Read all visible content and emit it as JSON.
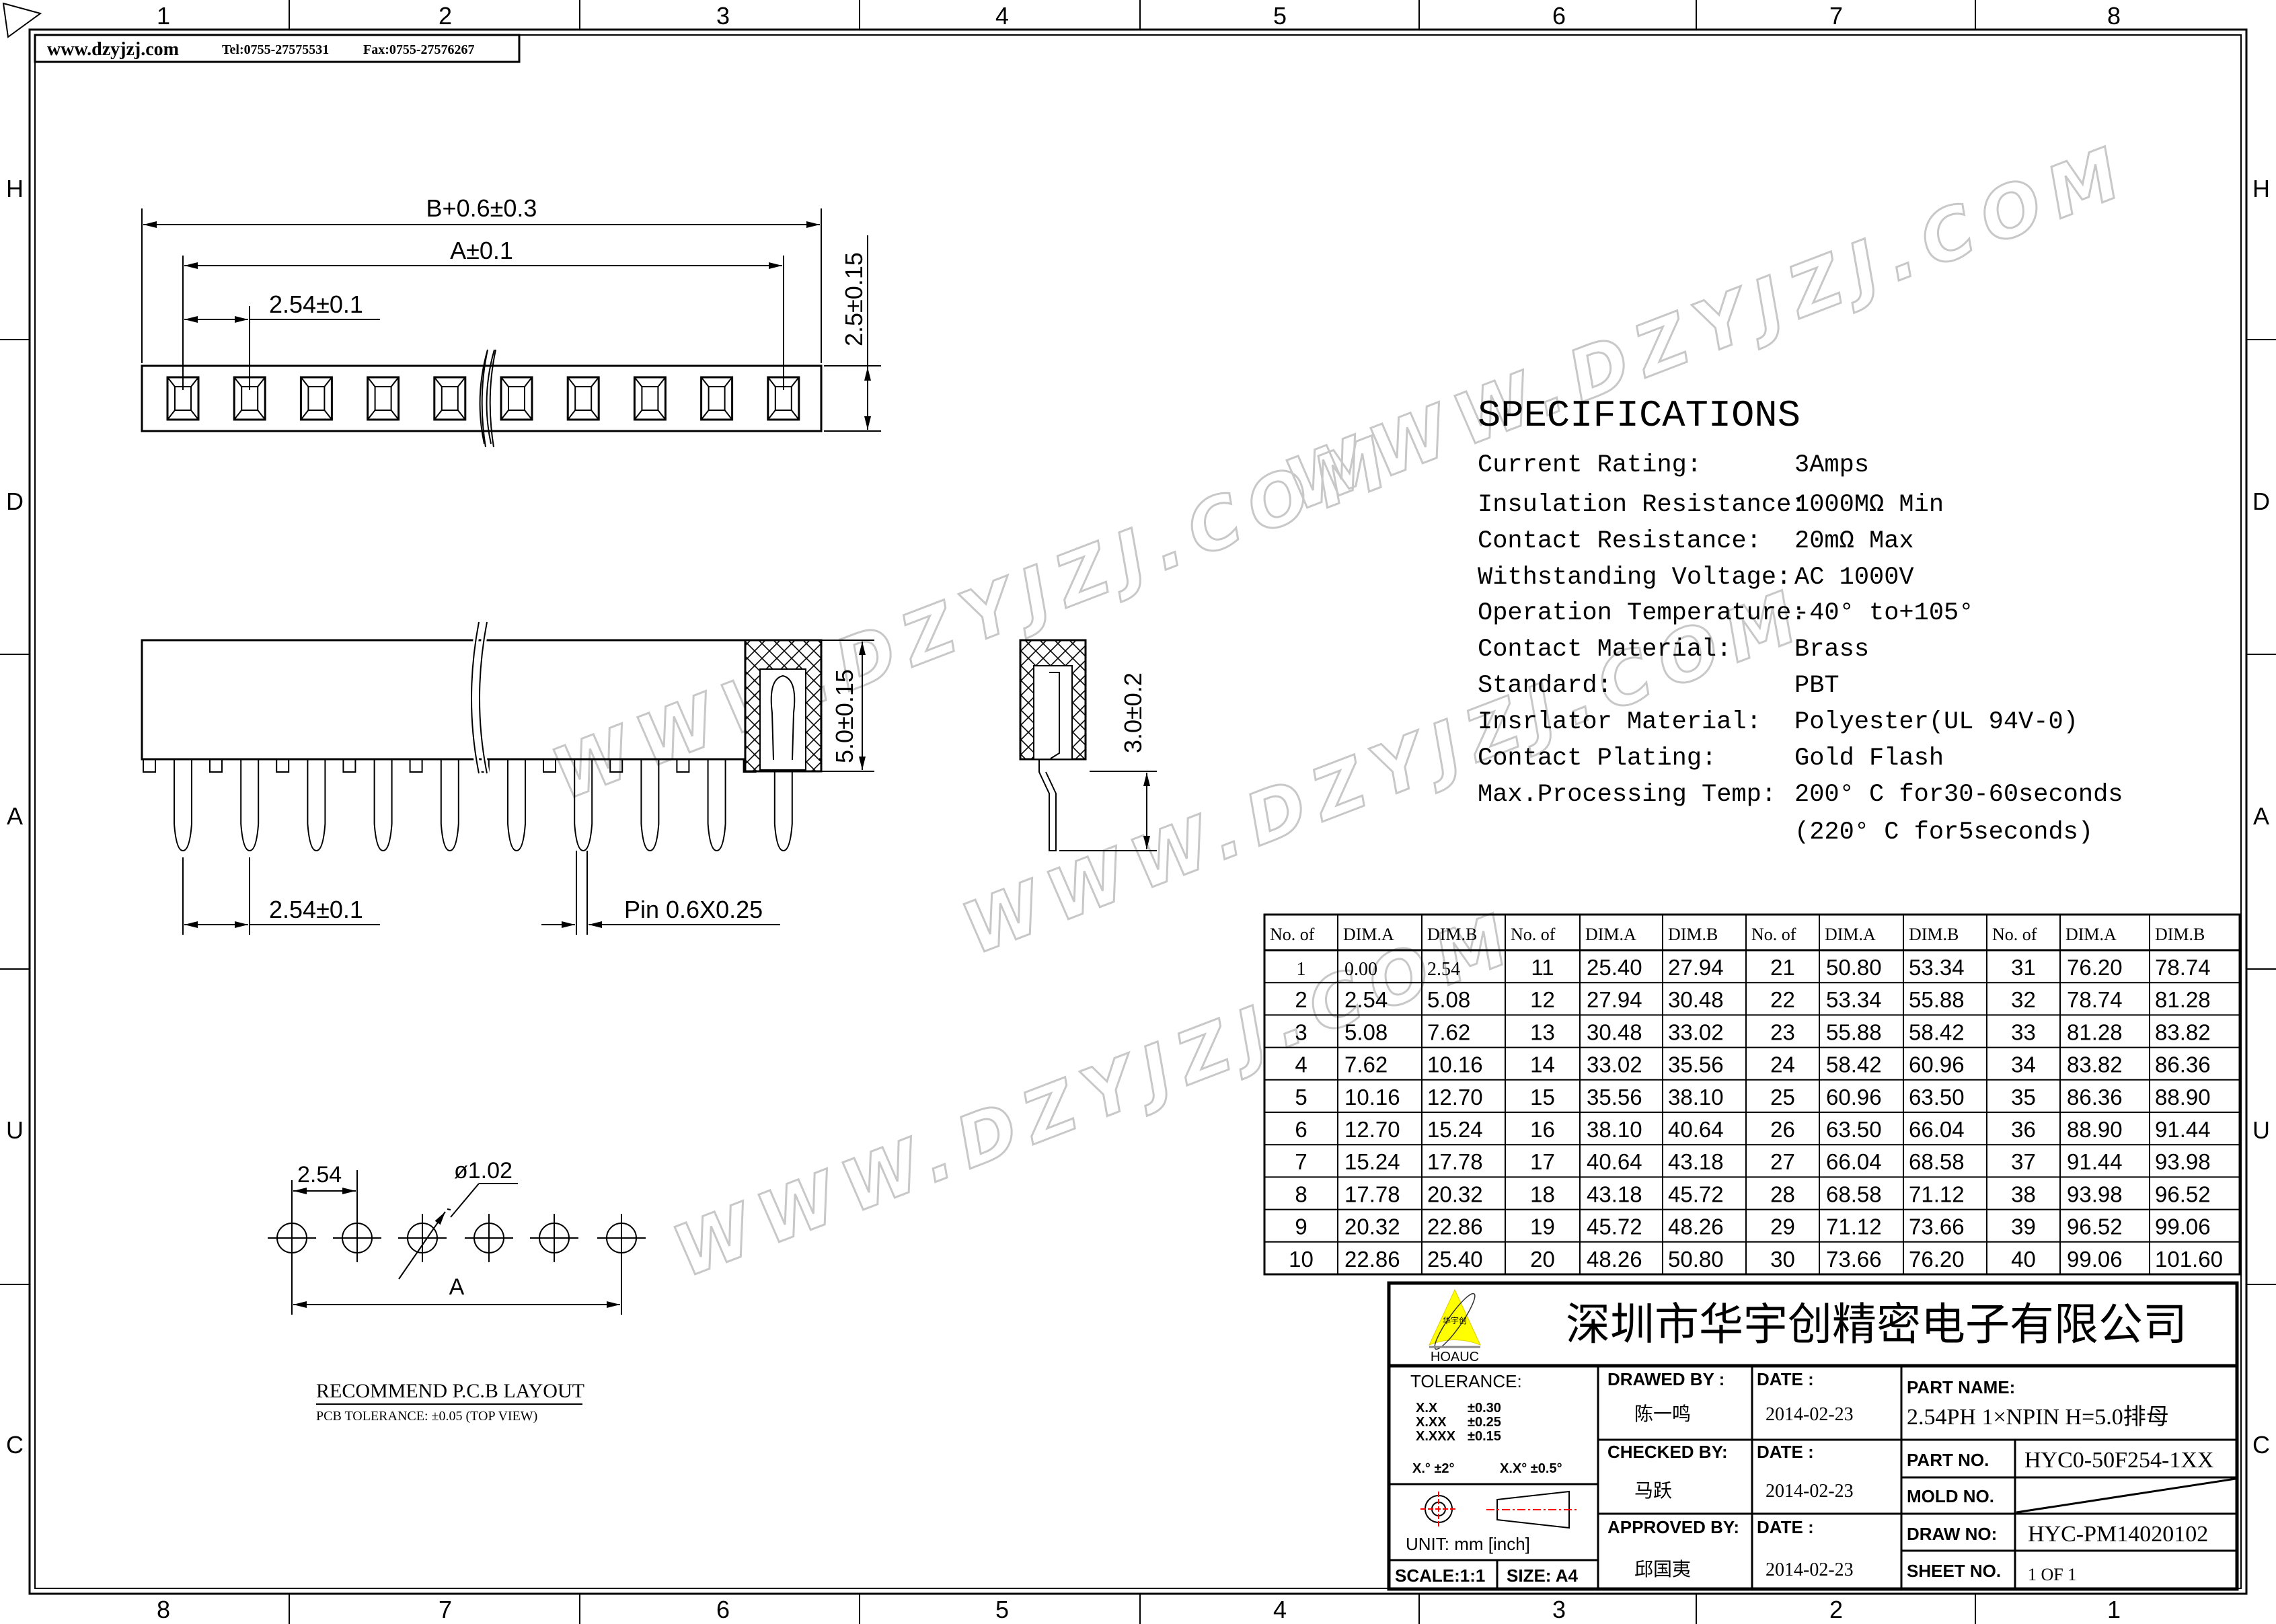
{
  "frame": {
    "top_columns": [
      "1",
      "2",
      "3",
      "4",
      "5",
      "6",
      "7",
      "8"
    ],
    "bottom_columns": [
      "8",
      "7",
      "6",
      "5",
      "4",
      "3",
      "2",
      "1"
    ],
    "rows": [
      "H",
      "D",
      "A",
      "U",
      "C"
    ]
  },
  "header_box": {
    "website": "www.dzyjzj.com",
    "tel": "Tel:0755-27575531",
    "fax": "Fax:0755-27576267"
  },
  "watermark": "WWW.DZYJZJ.COM",
  "top_view": {
    "dim_b": "B+0.6±0.3",
    "dim_a": "A±0.1",
    "pitch": "2.54±0.1",
    "height": "2.5±0.15",
    "contact_count": 10
  },
  "side_view": {
    "height": "5.0±0.15",
    "pitch": "2.54±0.1",
    "pin": "Pin  0.6X0.25",
    "pin_count": 10
  },
  "end_view": {
    "pin_length": "3.0±0.2"
  },
  "pcb_layout": {
    "pitch": "2.54",
    "hole": "ø1.02",
    "span": "A",
    "title": "RECOMMEND  P.C.B  LAYOUT",
    "tolerance": "PCB  TOLERANCE: ±0.05  (TOP VIEW)",
    "hole_count": 6
  },
  "specifications": {
    "title": "SPECIFICATIONS",
    "items": [
      {
        "label": "Current Rating:",
        "value": "3Amps"
      },
      {
        "label": "Insulation Resistance:",
        "value": "1000MΩ  Min"
      },
      {
        "label": "Contact Resistance:",
        "value": "20mΩ   Max"
      },
      {
        "label": "Withstanding Voltage:",
        "value": "AC 1000V"
      },
      {
        "label": "Operation Temperature:",
        "value": "-40°  to+105°"
      },
      {
        "label": "Contact Material:",
        "value": "Brass"
      },
      {
        "label": "Standard:",
        "value": " PBT"
      },
      {
        "label": "Insrlator Material:",
        "value": " Polyester(UL 94V-0)"
      },
      {
        "label": "Contact Plating:",
        "value": " Gold Flash"
      },
      {
        "label": "Max.Processing Temp:",
        "value": "200° C for30-60seconds"
      },
      {
        "label": "",
        "value": " (220° C for5seconds)"
      }
    ]
  },
  "dim_table": {
    "headers": [
      "No. of",
      "DIM.A",
      "DIM.B"
    ],
    "rows": [
      [
        "1",
        "0.00",
        "2.54"
      ],
      [
        "2",
        "2.54",
        "5.08"
      ],
      [
        "3",
        "5.08",
        "7.62"
      ],
      [
        "4",
        "7.62",
        "10.16"
      ],
      [
        "5",
        "10.16",
        "12.70"
      ],
      [
        "6",
        "12.70",
        "15.24"
      ],
      [
        "7",
        "15.24",
        "17.78"
      ],
      [
        "8",
        "17.78",
        "20.32"
      ],
      [
        "9",
        "20.32",
        "22.86"
      ],
      [
        "10",
        "22.86",
        "25.40"
      ],
      [
        "11",
        "25.40",
        "27.94"
      ],
      [
        "12",
        "27.94",
        "30.48"
      ],
      [
        "13",
        "30.48",
        "33.02"
      ],
      [
        "14",
        "33.02",
        "35.56"
      ],
      [
        "15",
        "35.56",
        "38.10"
      ],
      [
        "16",
        "38.10",
        "40.64"
      ],
      [
        "17",
        "40.64",
        "43.18"
      ],
      [
        "18",
        "43.18",
        "45.72"
      ],
      [
        "19",
        "45.72",
        "48.26"
      ],
      [
        "20",
        "48.26",
        "50.80"
      ],
      [
        "21",
        "50.80",
        "53.34"
      ],
      [
        "22",
        "53.34",
        "55.88"
      ],
      [
        "23",
        "55.88",
        "58.42"
      ],
      [
        "24",
        "58.42",
        "60.96"
      ],
      [
        "25",
        "60.96",
        "63.50"
      ],
      [
        "26",
        "63.50",
        "66.04"
      ],
      [
        "27",
        "66.04",
        "68.58"
      ],
      [
        "28",
        "68.58",
        "71.12"
      ],
      [
        "29",
        "71.12",
        "73.66"
      ],
      [
        "30",
        "73.66",
        "76.20"
      ],
      [
        "31",
        "76.20",
        "78.74"
      ],
      [
        "32",
        "78.74",
        "81.28"
      ],
      [
        "33",
        "81.28",
        "83.82"
      ],
      [
        "34",
        "83.82",
        "86.36"
      ],
      [
        "35",
        "86.36",
        "88.90"
      ],
      [
        "36",
        "88.90",
        "91.44"
      ],
      [
        "37",
        "91.44",
        "93.98"
      ],
      [
        "38",
        "93.98",
        "96.52"
      ],
      [
        "39",
        "96.52",
        "99.06"
      ],
      [
        "40",
        "99.06",
        "101.60"
      ]
    ]
  },
  "title_block": {
    "logo_text": "HOAUC",
    "logo_mark": "华宇创",
    "logo_color": "#ffff00",
    "company": "深圳市华宇创精密电子有限公司",
    "tolerance_label": "TOLERANCE:",
    "tolerances": [
      {
        "k": "X.X",
        "v": "±0.30"
      },
      {
        "k": "X.XX",
        "v": "±0.25"
      },
      {
        "k": "X.XXX",
        "v": "±0.15"
      }
    ],
    "angle_tol_1": "X.°  ±2°",
    "angle_tol_2": "X.X°  ±0.5°",
    "unit": "UNIT:  mm  [inch]",
    "scale": "SCALE:1:1",
    "size": "SIZE:  A4",
    "drawed_by_label": "DRAWED  BY :",
    "drawed_by": "陈一鸣",
    "checked_by_label": "CHECKED  BY:",
    "checked_by": "马跃",
    "approved_by_label": "APPROVED  BY:",
    "approved_by": "邱国夷",
    "date_label": "DATE  :",
    "date_drawed": "2014-02-23",
    "date_checked": "2014-02-23",
    "date_approved": "2014-02-23",
    "part_name_label": "PART  NAME:",
    "part_name": "2.54PH  1×NPIN H=5.0排母",
    "part_no_label": "PART  NO.",
    "part_no": "HYC0-50F254-1XX",
    "mold_no_label": "MOLD  NO.",
    "draw_no_label": "DRAW  NO:",
    "draw_no": "HYC-PM14020102",
    "sheet_no_label": "SHEET  NO.",
    "sheet_no": "1  OF  1"
  }
}
